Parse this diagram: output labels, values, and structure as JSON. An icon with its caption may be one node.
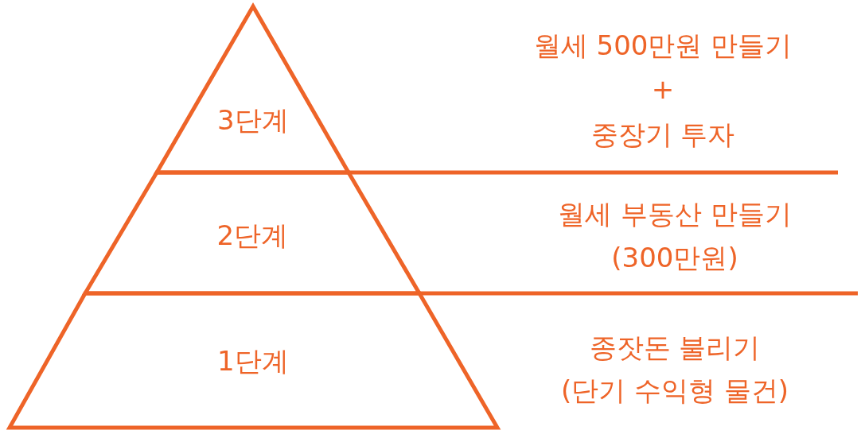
{
  "diagram": {
    "nodes": [
      {
        "text": [
          "3단계"
        ],
        "beside": [
          "월세 500만원 만들기",
          "+",
          "중장기 투자"
        ]
      },
      {
        "text": [
          "2단계"
        ],
        "beside": [
          "월세 부동산 만들기",
          "(300만원)"
        ]
      },
      {
        "text": [
          "1단계"
        ],
        "beside": [
          "종잣돈 불리기",
          "(단기 수익형 물건)"
        ]
      }
    ]
  }
}
